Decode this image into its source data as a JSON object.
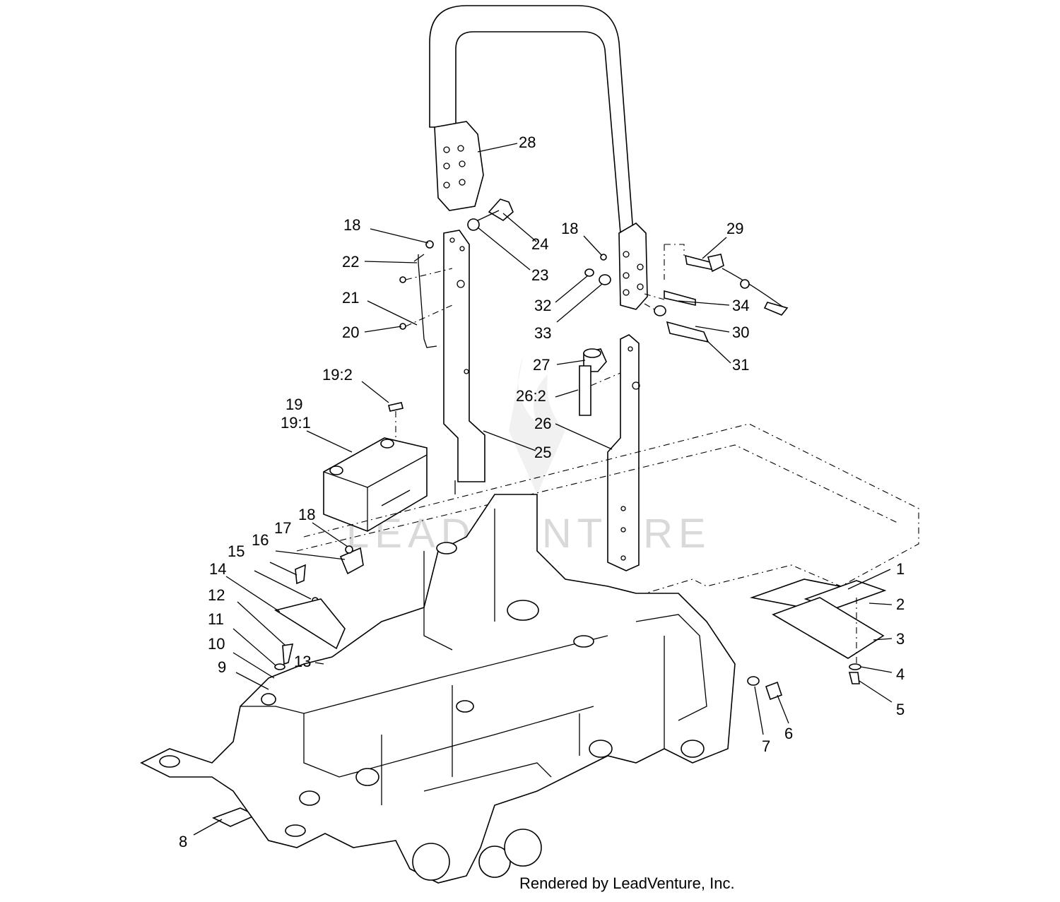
{
  "watermark": "LEADVENTURE",
  "footer_credit": "Rendered by LeadVenture, Inc.",
  "callouts": {
    "c1": "1",
    "c2": "2",
    "c3": "3",
    "c4": "4",
    "c5": "5",
    "c6": "6",
    "c7": "7",
    "c8": "8",
    "c9": "9",
    "c10": "10",
    "c11": "11",
    "c12": "12",
    "c13": "13",
    "c14": "14",
    "c15": "15",
    "c16": "16",
    "c17": "17",
    "c18a": "18",
    "c18b": "18",
    "c18c": "18",
    "c19": "19",
    "c19_1": "19:1",
    "c19_2": "19:2",
    "c20": "20",
    "c21": "21",
    "c22": "22",
    "c23": "23",
    "c24": "24",
    "c25": "25",
    "c26": "26",
    "c26_2": "26:2",
    "c27": "27",
    "c28": "28",
    "c29": "29",
    "c30": "30",
    "c31": "31",
    "c32": "32",
    "c33": "33",
    "c34": "34"
  }
}
